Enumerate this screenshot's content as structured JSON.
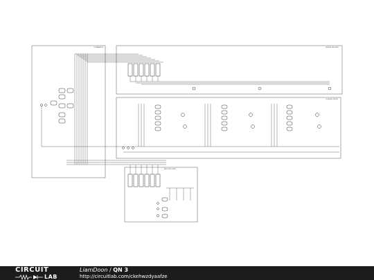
{
  "footer": {
    "brand_top": "CIRCUIT",
    "brand_bottom": "LAB",
    "author": "LiamDoon",
    "separator": " / ",
    "project": "QN 3",
    "url": "http://circuitlab.com/ckehwzdyaafze"
  },
  "schematic": {
    "block_labels": {
      "comparator": "COMPARATOR",
      "display_decoder": "DISPLAY DECODER",
      "counter": "COUNTER CIRCUIT",
      "input_decoder": "INPUT DECODER"
    }
  }
}
